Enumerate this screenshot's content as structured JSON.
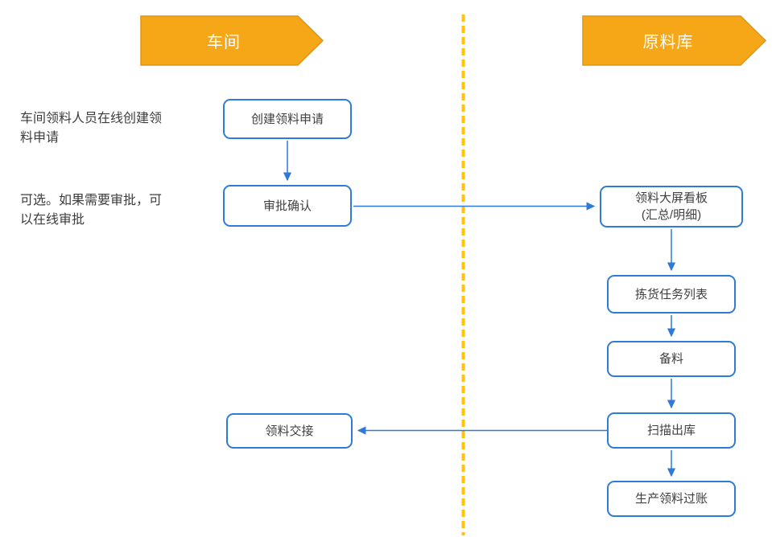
{
  "lanes": {
    "workshop": {
      "label": "车间"
    },
    "warehouse": {
      "label": "原料库"
    }
  },
  "annotations": {
    "create_note": "车间领料人员在线创建领\n料申请",
    "approval_note": "可选。如果需要审批，可\n以在线审批"
  },
  "nodes": {
    "create_request": {
      "label": "创建领料申请"
    },
    "approval": {
      "label": "审批确认"
    },
    "dashboard": {
      "label": "领料大屏看板\n(汇总/明细)"
    },
    "pick_list": {
      "label": "拣货任务列表"
    },
    "prepare": {
      "label": "备料"
    },
    "scan_out": {
      "label": "扫描出库"
    },
    "handover": {
      "label": "领料交接"
    },
    "posting": {
      "label": "生产领料过账"
    }
  },
  "colors": {
    "banner_fill": "#F5A718",
    "banner_stroke": "#DB9712",
    "divider": "#FFC20E",
    "connector": "#2E79D9",
    "node_border": "#2E7CD6",
    "text": "#3C3C3C"
  }
}
